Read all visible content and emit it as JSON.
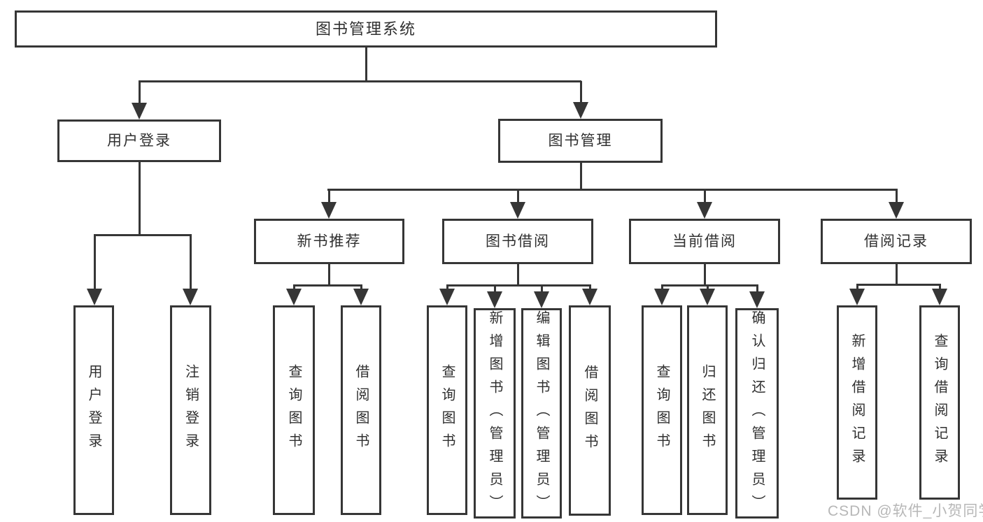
{
  "diagram": {
    "tree": {
      "root": {
        "label": "图书管理系统"
      },
      "level2": [
        {
          "label": "用户登录",
          "children": [
            {
              "label": "用户登录"
            },
            {
              "label": "注销登录"
            }
          ]
        },
        {
          "label": "图书管理",
          "children": [
            {
              "label": "新书推荐",
              "children": [
                {
                  "label": "查询图书"
                },
                {
                  "label": "借阅图书"
                }
              ]
            },
            {
              "label": "图书借阅",
              "children": [
                {
                  "label": "查询图书"
                },
                {
                  "label": "新增图书（管理员）"
                },
                {
                  "label": "编辑图书（管理员）"
                },
                {
                  "label": "借阅图书"
                }
              ]
            },
            {
              "label": "当前借阅",
              "children": [
                {
                  "label": "查询图书"
                },
                {
                  "label": "归还图书"
                },
                {
                  "label": "确认归还（管理员）"
                }
              ]
            },
            {
              "label": "借阅记录",
              "children": [
                {
                  "label": "新增借阅记录"
                },
                {
                  "label": "查询借阅记录"
                }
              ]
            }
          ]
        }
      ]
    }
  },
  "watermark": {
    "text": "CSDN @软件_小贺同学"
  },
  "colors": {
    "background": "#ffffff",
    "line": "#363636",
    "box_fill": "#ffffff",
    "text": "#303030",
    "watermark": "#b7b7b7"
  }
}
